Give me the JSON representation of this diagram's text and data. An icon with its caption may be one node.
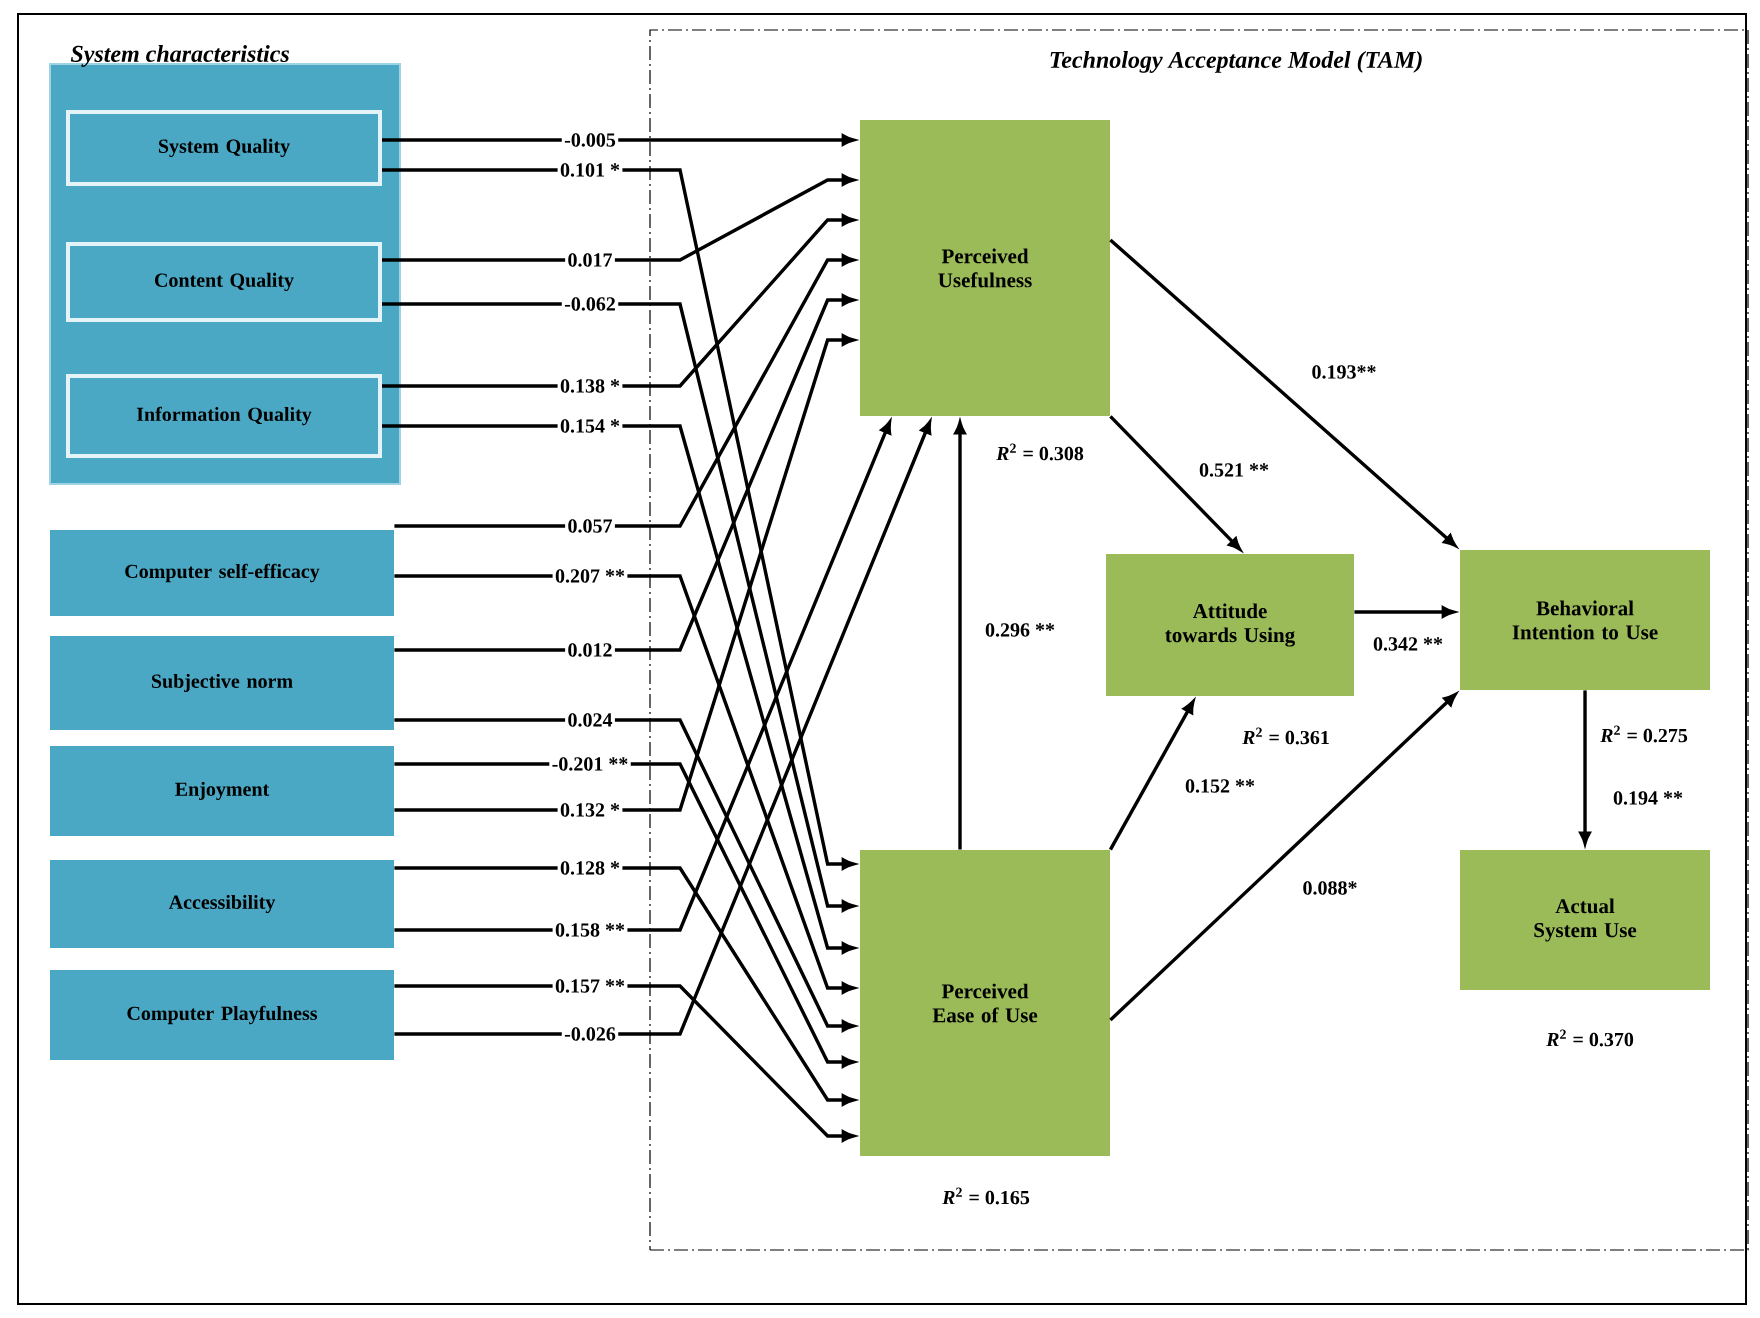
{
  "diagram": {
    "nodes": [
      {
        "text": [
          "System characteristics"
        ]
      },
      {
        "text": [
          "System Quality"
        ],
        "in": 0
      },
      {
        "text": [
          "Content Quality"
        ],
        "in": 0
      },
      {
        "text": [
          "Information Quality"
        ],
        "in": 0
      },
      {
        "text": [
          "Computer self-efficacy"
        ]
      },
      {
        "text": [
          "Subjective norm"
        ]
      },
      {
        "text": [
          "Enjoyment"
        ]
      },
      {
        "text": [
          "Accessibility"
        ]
      },
      {
        "text": [
          "Computer Playfulness"
        ]
      },
      {
        "text": [
          "Technology Acceptance Model (TAM)"
        ]
      },
      {
        "text": [
          "Perceived Usefulness"
        ],
        "in": 9,
        "beside": [
          "*R*$^{2}$ = 0.308"
        ]
      },
      {
        "text": [
          "Perceived Ease of Use"
        ],
        "in": 9,
        "beside": [
          "*R*$^{2}$ = 0.165"
        ]
      },
      {
        "text": [
          "Attitude towards Using"
        ],
        "in": 9,
        "beside": [
          "*R*$^{2}$ = 0.361"
        ]
      },
      {
        "text": [
          "Behavioral Intention to Use"
        ],
        "in": 9,
        "beside": [
          "*R*$^{2}$ = 0.275"
        ]
      },
      {
        "text": [
          "Actual System Use"
        ],
        "in": 9,
        "beside": [
          "*R*$^{2}$ = 0.370"
        ]
      }
    ],
    "edges": [
      {
        "from": 1,
        "to": 10,
        "arrow": "to",
        "label": "-0.005"
      },
      {
        "from": 1,
        "to": 11,
        "arrow": "to",
        "label": "0.101 *"
      },
      {
        "from": 2,
        "to": 10,
        "arrow": "to",
        "label": "0.017"
      },
      {
        "from": 2,
        "to": 11,
        "arrow": "to",
        "label": "-0.062"
      },
      {
        "from": 3,
        "to": 10,
        "arrow": "to",
        "label": "0.138 *"
      },
      {
        "from": 3,
        "to": 11,
        "arrow": "to",
        "label": "0.154 *"
      },
      {
        "from": 4,
        "to": 10,
        "arrow": "to",
        "label": "0.057"
      },
      {
        "from": 4,
        "to": 11,
        "arrow": "to",
        "label": "0.207 **"
      },
      {
        "from": 5,
        "to": 10,
        "arrow": "to",
        "label": "0.012"
      },
      {
        "from": 5,
        "to": 11,
        "arrow": "to",
        "label": "0.024"
      },
      {
        "from": 6,
        "to": 11,
        "arrow": "to",
        "label": "-0.201 **"
      },
      {
        "from": 6,
        "to": 10,
        "arrow": "to",
        "label": "0.132 *"
      },
      {
        "from": 7,
        "to": 11,
        "arrow": "to",
        "label": "0.128 *"
      },
      {
        "from": 7,
        "to": 10,
        "arrow": "to",
        "label": "0.158 **"
      },
      {
        "from": 8,
        "to": 11,
        "arrow": "to",
        "label": "0.157 **"
      },
      {
        "from": 8,
        "to": 10,
        "arrow": "to",
        "label": "-0.026"
      },
      {
        "from": 11,
        "to": 10,
        "arrow": "to",
        "label": "0.296 **"
      },
      {
        "from": 10,
        "to": 12,
        "arrow": "to",
        "label": "0.521 **"
      },
      {
        "from": 10,
        "to": 13,
        "arrow": "to",
        "label": "0.193**"
      },
      {
        "from": 11,
        "to": 12,
        "arrow": "to",
        "label": "0.152 **"
      },
      {
        "from": 11,
        "to": 13,
        "arrow": "to",
        "label": "0.088*"
      },
      {
        "from": 12,
        "to": 13,
        "arrow": "to",
        "label": "0.342 **"
      },
      {
        "from": 13,
        "to": 14,
        "arrow": "to",
        "label": "0.194 **"
      }
    ]
  }
}
